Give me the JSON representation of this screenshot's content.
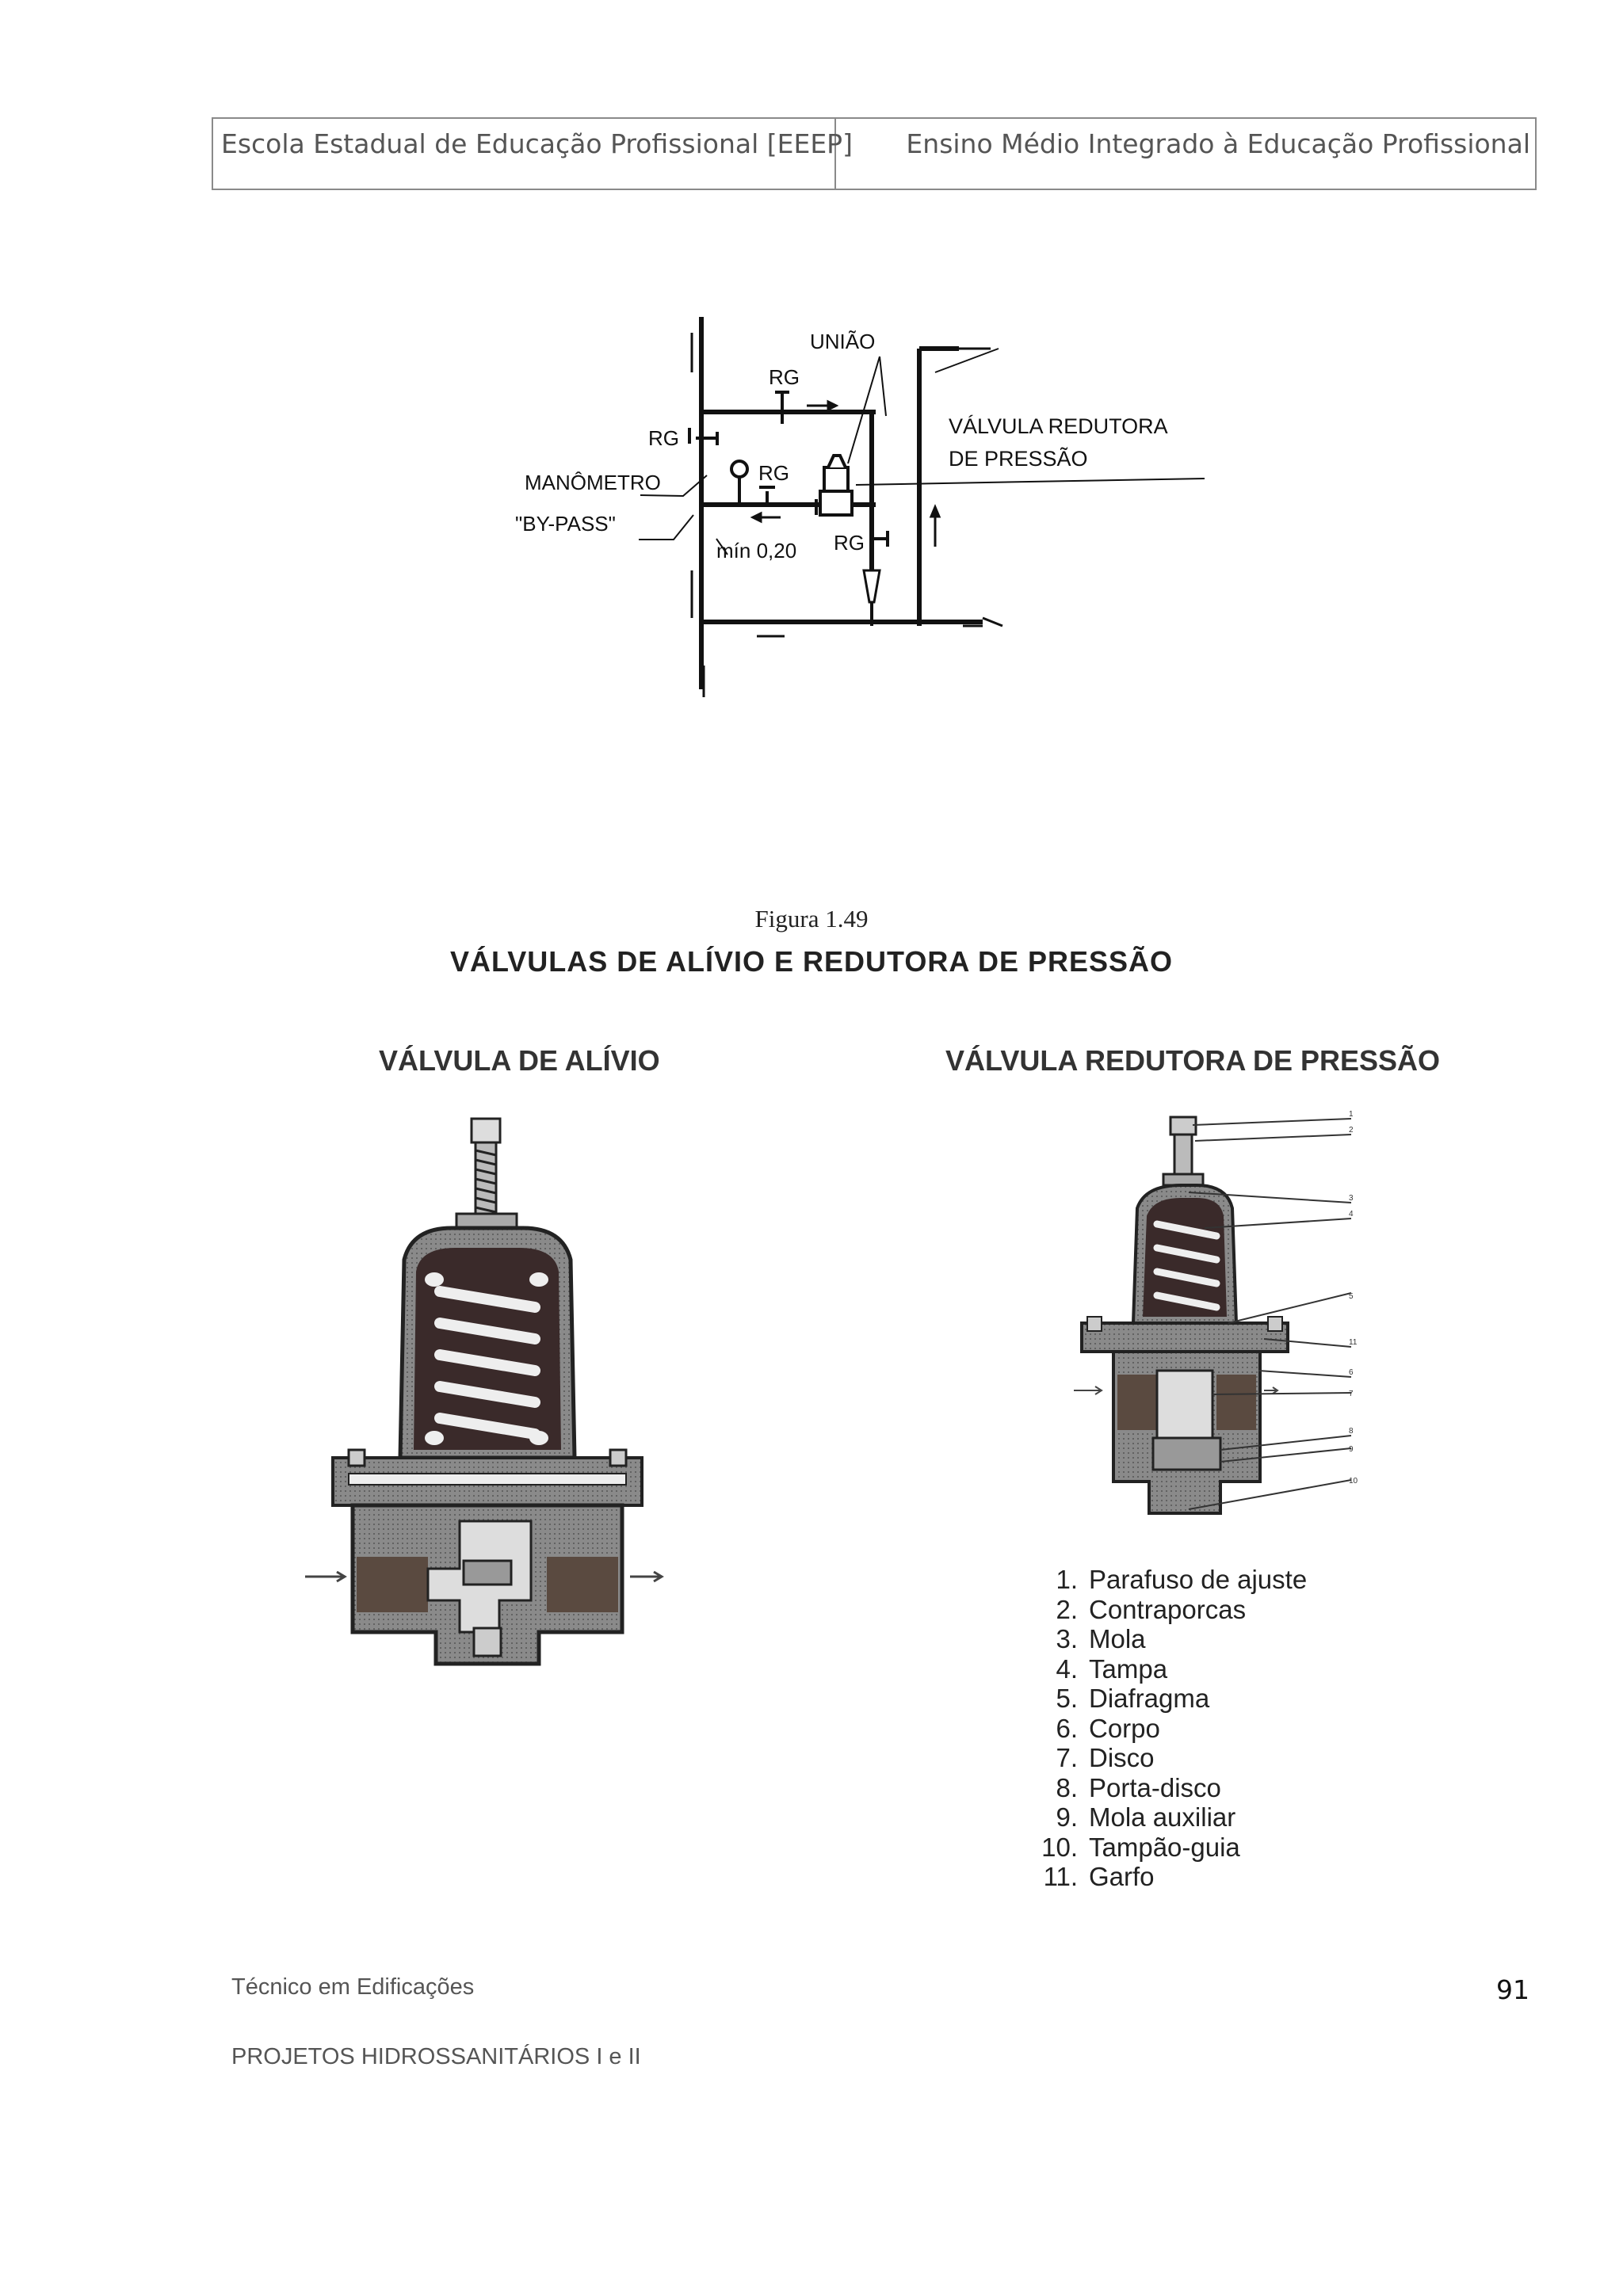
{
  "header": {
    "school": "Escola Estadual de Educação Profissional [EEEP]",
    "program": "Ensino Médio Integrado à Educação Profissional"
  },
  "diagram": {
    "labels": {
      "uniao": "UNIÃO",
      "rg": "RG",
      "manometro": "MANÔMETRO",
      "bypass": "\"BY-PASS\"",
      "min": "mín 0,20",
      "valvula_line1": "VÁLVULA  REDUTORA",
      "valvula_line2": "DE  PRESSÃO"
    }
  },
  "figure": {
    "number": "Figura 1.49",
    "title": "VÁLVULAS DE ALÍVIO E REDUTORA DE PRESSÃO",
    "left_title": "VÁLVULA DE ALÍVIO",
    "right_title": "VÁLVULA REDUTORA DE PRESSÃO",
    "callouts": [
      "1",
      "2",
      "3",
      "4",
      "5",
      "11",
      "6",
      "7",
      "8",
      "9",
      "10"
    ]
  },
  "parts": [
    {
      "num": "1.",
      "name": "Parafuso de ajuste"
    },
    {
      "num": "2.",
      "name": "Contraporcas"
    },
    {
      "num": "3.",
      "name": "Mola"
    },
    {
      "num": "4.",
      "name": "Tampa"
    },
    {
      "num": "5.",
      "name": "Diafragma"
    },
    {
      "num": "6.",
      "name": "Corpo"
    },
    {
      "num": "7.",
      "name": "Disco"
    },
    {
      "num": "8.",
      "name": "Porta-disco"
    },
    {
      "num": "9.",
      "name": "Mola auxiliar"
    },
    {
      "num": "10.",
      "name": "Tampão-guia"
    },
    {
      "num": "11.",
      "name": "Garfo"
    }
  ],
  "footer": {
    "course": "Técnico em Edificações",
    "subject": "PROJETOS HIDROSSANITÁRIOS I e II",
    "page": "91"
  }
}
